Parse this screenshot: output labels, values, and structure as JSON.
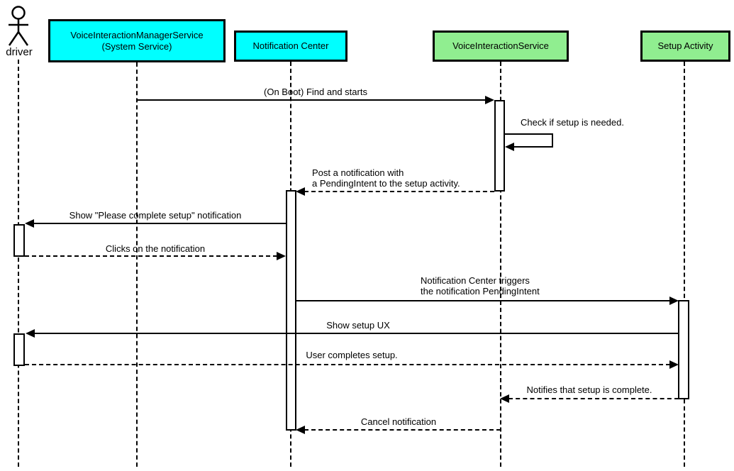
{
  "diagram_type": "uml-sequence-diagram",
  "participants": [
    {
      "name": "driver",
      "kind": "actor"
    },
    {
      "name": "VoiceInteractionManagerService\n(System Service)",
      "kind": "object",
      "fill": "#00ffff"
    },
    {
      "name": "Notification Center",
      "kind": "object",
      "fill": "#00ffff"
    },
    {
      "name": "VoiceInteractionService",
      "kind": "object",
      "fill": "#90ee90"
    },
    {
      "name": "Setup Activity",
      "kind": "object",
      "fill": "#90ee90"
    }
  ],
  "messages": [
    {
      "seq": 1,
      "label": "(On Boot) Find and starts",
      "from": "VoiceInteractionManagerService (System Service)",
      "to": "VoiceInteractionService",
      "line": "solid"
    },
    {
      "seq": 2,
      "label": "Check if setup is needed.",
      "from": "VoiceInteractionService",
      "to": "VoiceInteractionService",
      "line": "self"
    },
    {
      "seq": 3,
      "label": "Post a notification with\na PendingIntent to the setup activity.",
      "from": "VoiceInteractionService",
      "to": "Notification Center",
      "line": "dashed"
    },
    {
      "seq": 4,
      "label": "Show \"Please complete setup\" notification",
      "from": "Notification Center",
      "to": "driver",
      "line": "solid"
    },
    {
      "seq": 5,
      "label": "Clicks on the notification",
      "from": "driver",
      "to": "Notification Center",
      "line": "dashed"
    },
    {
      "seq": 6,
      "label": "Notification Center triggers\nthe notification PendingIntent",
      "from": "Notification Center",
      "to": "Setup Activity",
      "line": "solid"
    },
    {
      "seq": 7,
      "label": "Show setup UX",
      "from": "Setup Activity",
      "to": "driver",
      "line": "solid"
    },
    {
      "seq": 8,
      "label": "User completes setup.",
      "from": "driver",
      "to": "Setup Activity",
      "line": "dashed"
    },
    {
      "seq": 9,
      "label": "Notifies that setup is complete.",
      "from": "Setup Activity",
      "to": "VoiceInteractionService",
      "line": "dashed"
    },
    {
      "seq": 10,
      "label": "Cancel notification",
      "from": "VoiceInteractionService",
      "to": "Notification Center",
      "line": "dashed"
    }
  ],
  "colors": {
    "participant_cyan": "#00ffff",
    "participant_green": "#90ee90",
    "line": "#000000",
    "background": "#ffffff"
  }
}
